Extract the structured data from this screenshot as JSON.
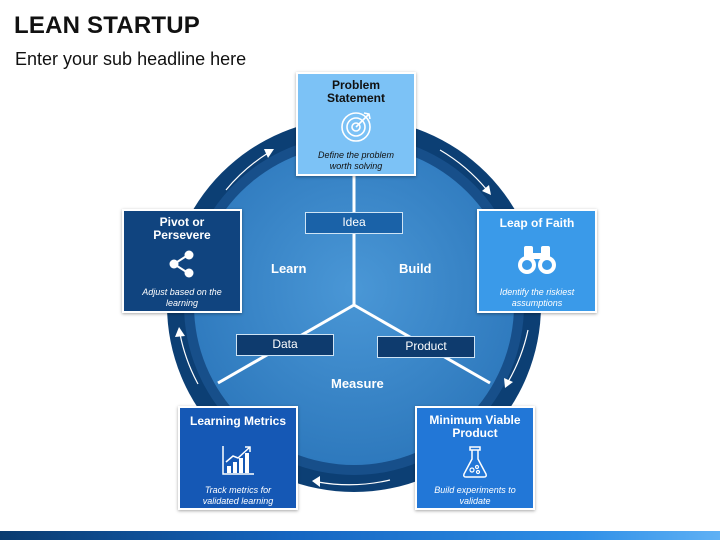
{
  "header": {
    "title": "LEAN STARTUP",
    "subtitle": "Enter your sub headline here"
  },
  "cycle": {
    "sectors": [
      "Learn",
      "Build",
      "Measure"
    ],
    "tags": [
      "Idea",
      "Data",
      "Product"
    ]
  },
  "steps": [
    {
      "title": "Problem Statement",
      "description": "Define the problem worth solving",
      "icon": "target-icon",
      "color": "#7cc2f6",
      "text_color": "#111111"
    },
    {
      "title": "Leap of Faith",
      "description": "Identify the riskiest assumptions",
      "icon": "binoculars-icon",
      "color": "#3a9ae9",
      "text_color": "#ffffff"
    },
    {
      "title": "Minimum Viable Product",
      "description": "Build experiments to validate",
      "icon": "flask-icon",
      "color": "#2277d7",
      "text_color": "#ffffff"
    },
    {
      "title": "Learning Metrics",
      "description": "Track metrics for validated learning",
      "icon": "growth-chart-icon",
      "color": "#1558b5",
      "text_color": "#ffffff"
    },
    {
      "title": "Pivot or Persevere",
      "description": "Adjust based on the learning",
      "icon": "share-nodes-icon",
      "color": "#10447f",
      "text_color": "#ffffff"
    }
  ],
  "colors": {
    "outer_ring": "#0c3f74",
    "inner_disc": "#3a86c8",
    "accent_bar_start": "#0a3b6f",
    "accent_bar_end": "#5fb1f5"
  }
}
